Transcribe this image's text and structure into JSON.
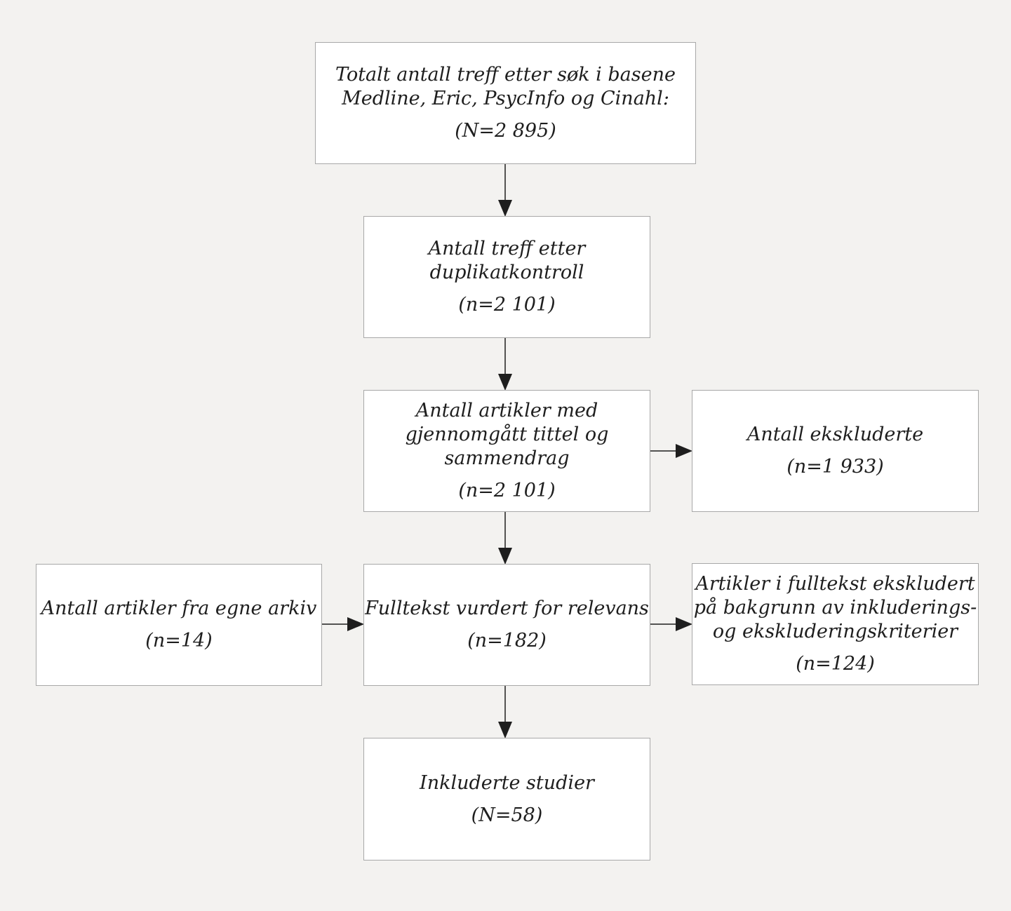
{
  "boxes": {
    "total": {
      "lines": [
        "Totalt antall treff etter søk i basene",
        "Medline, Eric, PsycInfo og Cinahl:"
      ],
      "count": "(N=2 895)"
    },
    "dedup": {
      "lines": [
        "Antall treff etter",
        "duplikatkontroll"
      ],
      "count": "(n=2 101)"
    },
    "screened": {
      "lines": [
        "Antall artikler med",
        "gjennomgått tittel og",
        "sammendrag"
      ],
      "count": "(n=2 101)"
    },
    "excluded": {
      "lines": [
        "Antall ekskluderte"
      ],
      "count": "(n=1 933)"
    },
    "archive": {
      "lines": [
        "Antall artikler fra egne arkiv"
      ],
      "count": "(n=14)"
    },
    "fulltext": {
      "lines": [
        "Fulltekst vurdert for relevans"
      ],
      "count": "(n=182)"
    },
    "fulltext_excluded": {
      "lines": [
        "Artikler i fulltekst ekskludert",
        "på bakgrunn av inkluderings-",
        "og ekskluderingskriterier"
      ],
      "count": "(n=124)"
    },
    "included": {
      "lines": [
        "Inkluderte studier"
      ],
      "count": "(N=58)"
    }
  },
  "colors": {
    "background": "#f3f2f0",
    "box_fill": "#ffffff",
    "box_border": "#a8a8a8",
    "text": "#1e1e1e",
    "arrow": "#1e1e1e"
  }
}
